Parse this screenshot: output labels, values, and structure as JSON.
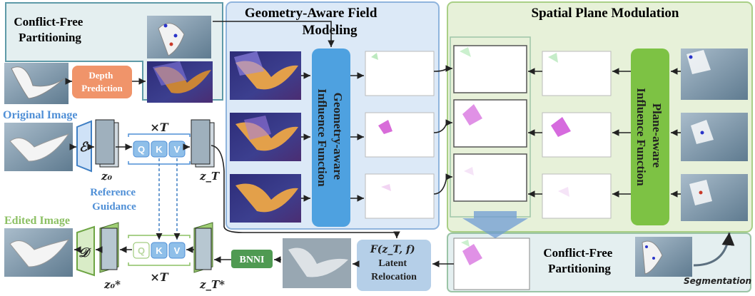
{
  "panels": {
    "conflict_free_top": "Conflict-Free\nPartitioning",
    "geometry_title": "Geometry-Aware Field\nModeling",
    "spatial_title": "Spatial Plane Modulation",
    "conflict_free_bottom": "Conflict-Free\nPartitioning"
  },
  "boxes": {
    "depth": "Depth\nPrediction",
    "geometry_fn": "Geometry-aware\nInfluence Function",
    "plane_fn": "Plane-aware\nInfluence Function",
    "bnni": "BNNI",
    "latent": "F(z_T, f)\nLatent\nRelocation"
  },
  "labels": {
    "original": "Original Image",
    "edited": "Edited Image",
    "reference": "Reference\nGuidance",
    "segmentation": "Segmentation",
    "times_t_top": "×T",
    "times_t_bottom": "×T",
    "encoder": "ℰ",
    "decoder": "𝒟",
    "z0": "z₀",
    "zT": "z_T",
    "z0s": "z₀*",
    "zTs": "z_T*"
  },
  "qkv": [
    "Q",
    "K",
    "V"
  ],
  "colors": {
    "blue_panel": "#dbe8f6",
    "green_panel": "#e5f0d6",
    "teal_panel": "#e3eef0",
    "blue_box": "#4ea1e0",
    "green_box": "#7dc244",
    "orange_box": "#f0946a",
    "bnni_box": "#4f9a52"
  }
}
